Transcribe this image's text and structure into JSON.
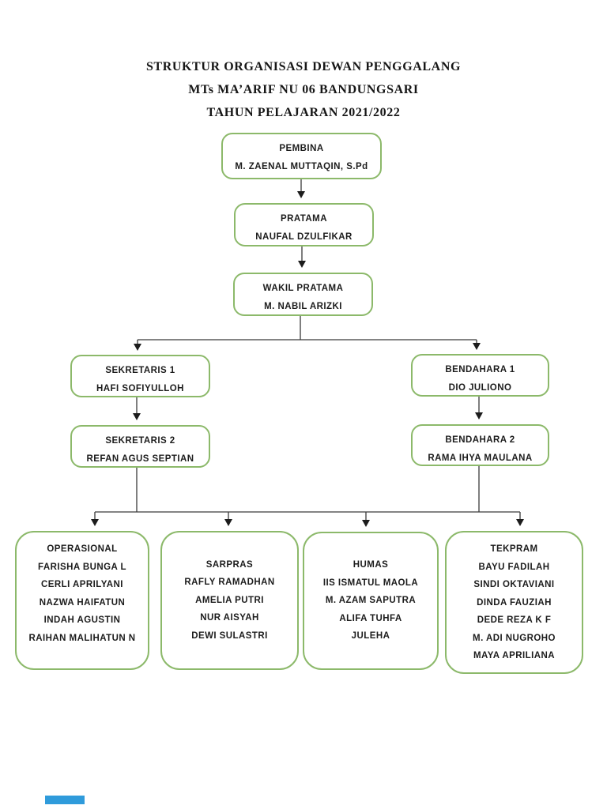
{
  "title": {
    "lines": [
      "STRUKTUR ORGANISASI DEWAN PENGGALANG",
      "MTs MA’ARIF NU 06 BANDUNGSARI",
      "TAHUN PELAJARAN 2021/2022"
    ]
  },
  "nodes": {
    "pembina": {
      "title": "PEMBINA",
      "members": [
        "M. ZAENAL MUTTAQIN, S.Pd"
      ]
    },
    "pratama": {
      "title": "PRATAMA",
      "members": [
        "NAUFAL DZULFIKAR"
      ]
    },
    "wakil_pratama": {
      "title": "WAKIL PRATAMA",
      "members": [
        "M. NABIL ARIZKI"
      ]
    },
    "sekretaris1": {
      "title": "SEKRETARIS 1",
      "members": [
        "HAFI SOFIYULLOH"
      ]
    },
    "bendahara1": {
      "title": "BENDAHARA 1",
      "members": [
        "DIO JULIONO"
      ]
    },
    "sekretaris2": {
      "title": "SEKRETARIS 2",
      "members": [
        "REFAN AGUS SEPTIAN"
      ]
    },
    "bendahara2": {
      "title": "BENDAHARA 2",
      "members": [
        "RAMA IHYA MAULANA"
      ]
    },
    "operasional": {
      "title": "OPERASIONAL",
      "members": [
        "FARISHA BUNGA L",
        "CERLI APRILYANI",
        "NAZWA HAIFATUN",
        "INDAH AGUSTIN",
        "RAIHAN MALIHATUN N"
      ]
    },
    "sarpras": {
      "title": "SARPRAS",
      "members": [
        "RAFLY RAMADHAN",
        "AMELIA PUTRI",
        "NUR AISYAH",
        "DEWI SULASTRI"
      ]
    },
    "humas": {
      "title": "HUMAS",
      "members": [
        "IIS ISMATUL MAOLA",
        "M. AZAM SAPUTRA",
        "ALIFA TUHFA",
        "JULEHA"
      ]
    },
    "tekpram": {
      "title": "TEKPRAM",
      "members": [
        "BAYU FADILAH",
        "SINDI OKTAVIANI",
        "DINDA FAUZIAH",
        "DEDE REZA K F",
        "M. ADI NUGROHO",
        "MAYA APRILIANA"
      ]
    }
  },
  "colors": {
    "box_border": "#8cb96a",
    "connector": "#3a3a3a",
    "accent_bar": "#2f9bdb"
  }
}
